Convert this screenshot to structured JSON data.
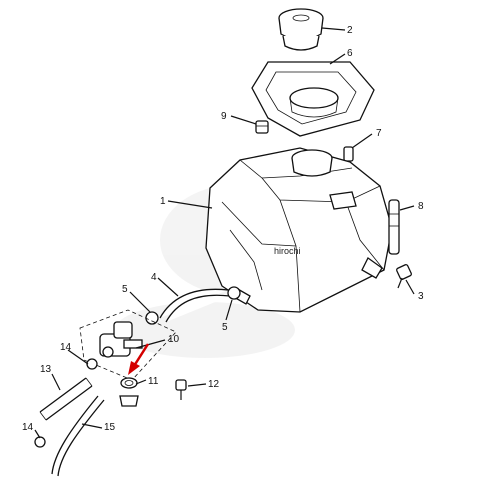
{
  "diagram": {
    "watermark": "hirochi",
    "callouts": [
      {
        "id": "c2",
        "label": "2"
      },
      {
        "id": "c6",
        "label": "6"
      },
      {
        "id": "c9",
        "label": "9"
      },
      {
        "id": "c7",
        "label": "7"
      },
      {
        "id": "c1",
        "label": "1"
      },
      {
        "id": "c8",
        "label": "8"
      },
      {
        "id": "c4",
        "label": "4"
      },
      {
        "id": "c3",
        "label": "3"
      },
      {
        "id": "c5a",
        "label": "5"
      },
      {
        "id": "c5b",
        "label": "5"
      },
      {
        "id": "c10",
        "label": "10"
      },
      {
        "id": "c14a",
        "label": "14"
      },
      {
        "id": "c11",
        "label": "11"
      },
      {
        "id": "c12",
        "label": "12"
      },
      {
        "id": "c13",
        "label": "13"
      },
      {
        "id": "c14b",
        "label": "14"
      },
      {
        "id": "c15",
        "label": "15"
      }
    ],
    "colors": {
      "line": "#111111",
      "highlight_arrow": "#d40000",
      "background": "#ffffff"
    }
  }
}
